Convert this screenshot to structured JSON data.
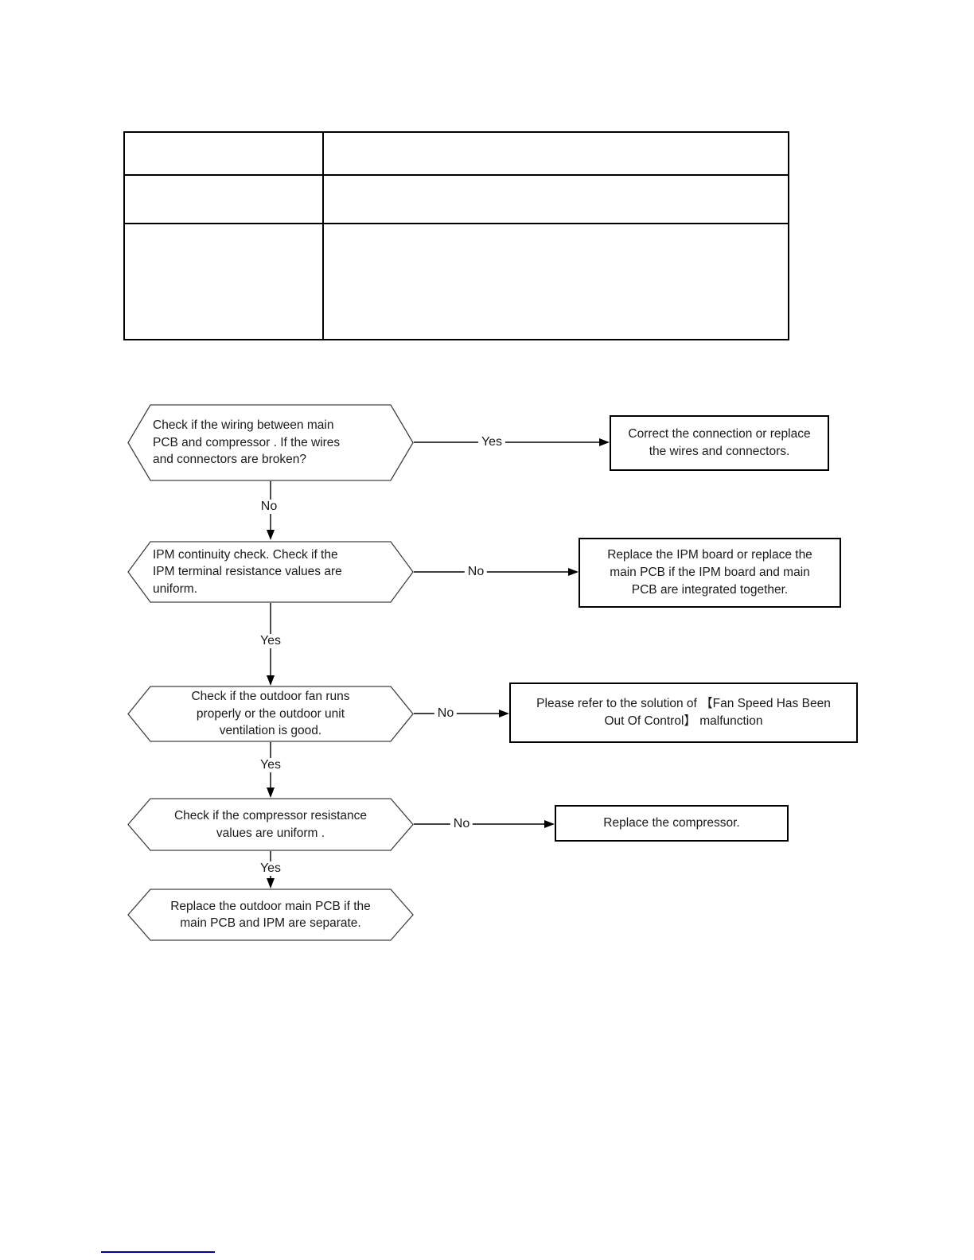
{
  "table": {
    "rows": [
      {
        "cells": [
          "",
          ""
        ]
      },
      {
        "cells": [
          "",
          ""
        ]
      },
      {
        "cells": [
          "",
          ""
        ]
      }
    ]
  },
  "flowchart": {
    "nodes": {
      "d1": {
        "type": "decision",
        "text": "Check if the wiring between main\nPCB and compressor . If the wires\nand connectors are broken?"
      },
      "a1": {
        "type": "process",
        "text": "Correct the connection or replace\nthe wires and connectors."
      },
      "d2": {
        "type": "decision",
        "text": "IPM continuity check. Check if the\nIPM terminal resistance values are\nuniform."
      },
      "a2": {
        "type": "process",
        "text": "Replace the IPM board or replace the\nmain PCB if the IPM board and main\nPCB are integrated together."
      },
      "d3": {
        "type": "decision",
        "text": "Check if the outdoor fan runs\nproperly or the outdoor unit\nventilation is good."
      },
      "a3": {
        "type": "process",
        "text": "Please refer to the solution of 【Fan Speed Has Been\nOut Of Control】 malfunction"
      },
      "d4": {
        "type": "decision",
        "text": "Check if the compressor resistance\nvalues are uniform ."
      },
      "a4": {
        "type": "process",
        "text": "Replace the compressor."
      },
      "d5": {
        "type": "decision",
        "text": "Replace the outdoor main PCB if the\nmain PCB and IPM are separate."
      }
    },
    "edges": [
      {
        "from": "d1",
        "to": "a1",
        "label": "Yes"
      },
      {
        "from": "d1",
        "to": "d2",
        "label": "No"
      },
      {
        "from": "d2",
        "to": "a2",
        "label": "No"
      },
      {
        "from": "d2",
        "to": "d3",
        "label": "Yes"
      },
      {
        "from": "d3",
        "to": "a3",
        "label": "No"
      },
      {
        "from": "d3",
        "to": "d4",
        "label": "Yes"
      },
      {
        "from": "d4",
        "to": "a4",
        "label": "No"
      },
      {
        "from": "d4",
        "to": "d5",
        "label": "Yes"
      }
    ]
  },
  "footer": {
    "underline_color": "#00008b"
  },
  "colors": {
    "line": "#000000",
    "hex_border": "#404040",
    "background": "#ffffff"
  }
}
